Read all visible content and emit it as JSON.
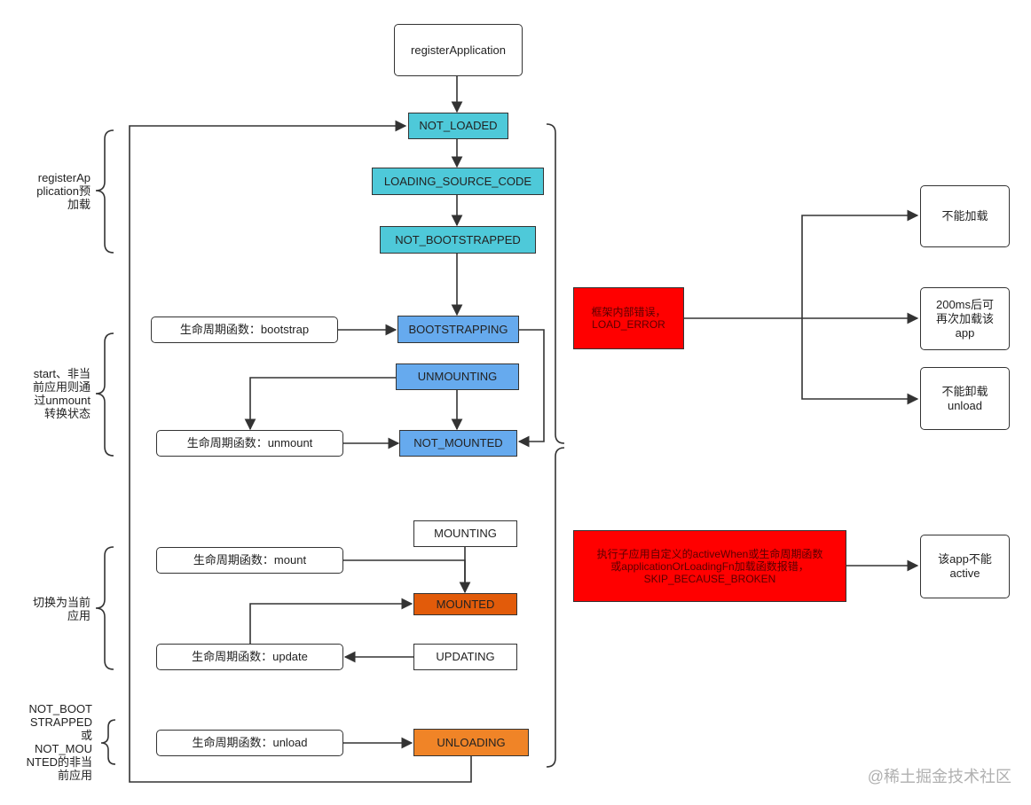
{
  "diagram": {
    "start_node": "registerApplication",
    "states": {
      "not_loaded": "NOT_LOADED",
      "loading_source_code": "LOADING_SOURCE_CODE",
      "not_bootstrapped": "NOT_BOOTSTRAPPED",
      "bootstrapping": "BOOTSTRAPPING",
      "unmounting": "UNMOUNTING",
      "not_mounted": "NOT_MOUNTED",
      "mounting": "MOUNTING",
      "mounted": "MOUNTED",
      "updating": "UPDATING",
      "unloading": "UNLOADING"
    },
    "lifecycles": {
      "bootstrap": "生命周期函数：bootstrap",
      "unmount": "生命周期函数：unmount",
      "mount": "生命周期函数：mount",
      "update": "生命周期函数：update",
      "unload": "生命周期函数：unload"
    },
    "phases": {
      "preload": "registerAp\nplication预\n加载",
      "start": "start、非当\n前应用则通\n过unmount\n转换状态",
      "switch": "切换为当前\n应用",
      "unload": "NOT_BOOT\nSTRAPPED\n或\nNOT_MOU\nNTED的非当\n前应用"
    },
    "errors": {
      "load_error": "框架内部错误，\nLOAD_ERROR",
      "skip_broken": "执行子应用自定义的activeWhen或生命周期函数\n或applicationOrLoadingFn加载函数报错，\nSKIP_BECAUSE_BROKEN"
    },
    "outcomes": {
      "cannot_load": "不能加载",
      "retry": "200ms后可\n再次加载该\napp",
      "cannot_unload": "不能卸载\nunload",
      "inactive": "该app不能\nactive"
    },
    "colors": {
      "cyan": "#4ec9d9",
      "blue": "#66aaee",
      "dark_orange": "#e25b0a",
      "orange": "#f08427",
      "red": "#ff0000"
    }
  },
  "watermark": "@稀土掘金技术社区"
}
